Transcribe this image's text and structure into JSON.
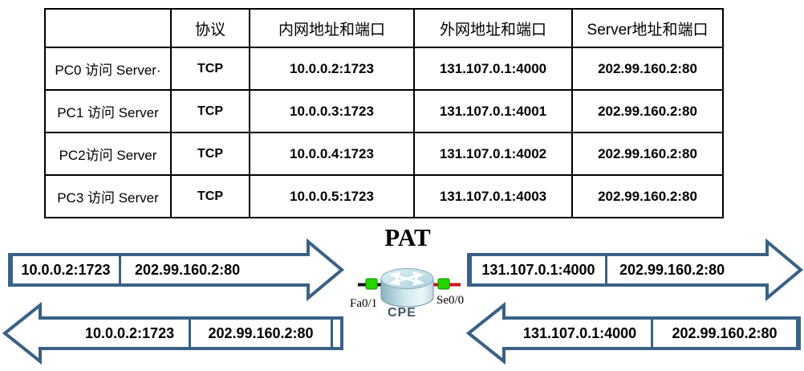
{
  "table": {
    "headers": [
      "",
      "协议",
      "内网地址和端口",
      "外网地址和端口",
      "Server地址和端口"
    ],
    "rows": [
      {
        "label": "PC0 访问 Server·",
        "protocol": "TCP",
        "internal": "10.0.0.2:1723",
        "external": "131.107.0.1:4000",
        "server": "202.99.160.2:80"
      },
      {
        "label": "PC1 访问 Server",
        "protocol": "TCP",
        "internal": "10.0.0.3:1723",
        "external": "131.107.0.1:4001",
        "server": "202.99.160.2:80"
      },
      {
        "label": "PC2访问 Server",
        "protocol": "TCP",
        "internal": "10.0.0.4:1723",
        "external": "131.107.0.1:4002",
        "server": "202.99.160.2:80"
      },
      {
        "label": "PC3 访问 Server",
        "protocol": "TCP",
        "internal": "10.0.0.5:1723",
        "external": "131.107.0.1:4003",
        "server": "202.99.160.2:80"
      }
    ]
  },
  "diagram": {
    "title": "PAT",
    "router": {
      "name": "CPE",
      "left_interface": "Fa0/1",
      "right_interface": "Se0/0"
    },
    "arrows": {
      "top_left": {
        "direction": "right",
        "boxed": "10.0.0.2:1723",
        "plain": "202.99.160.2:80"
      },
      "top_right": {
        "direction": "right",
        "boxed": "131.107.0.1:4000",
        "plain": "202.99.160.2:80"
      },
      "bottom_left": {
        "direction": "left",
        "plain": "10.0.0.2:1723",
        "boxed": "202.99.160.2:80"
      },
      "bottom_right": {
        "direction": "left",
        "plain": "131.107.0.1:4000",
        "boxed": "202.99.160.2:80"
      }
    }
  },
  "colors": {
    "arrow_outline": "#3a6186",
    "table_border": "#000000",
    "text": "#000000",
    "left_cable": "#111111",
    "right_cable": "#cc1111",
    "port_led": "#25d500",
    "router_body": "#9ec4cf",
    "router_name": "#3d5966"
  }
}
